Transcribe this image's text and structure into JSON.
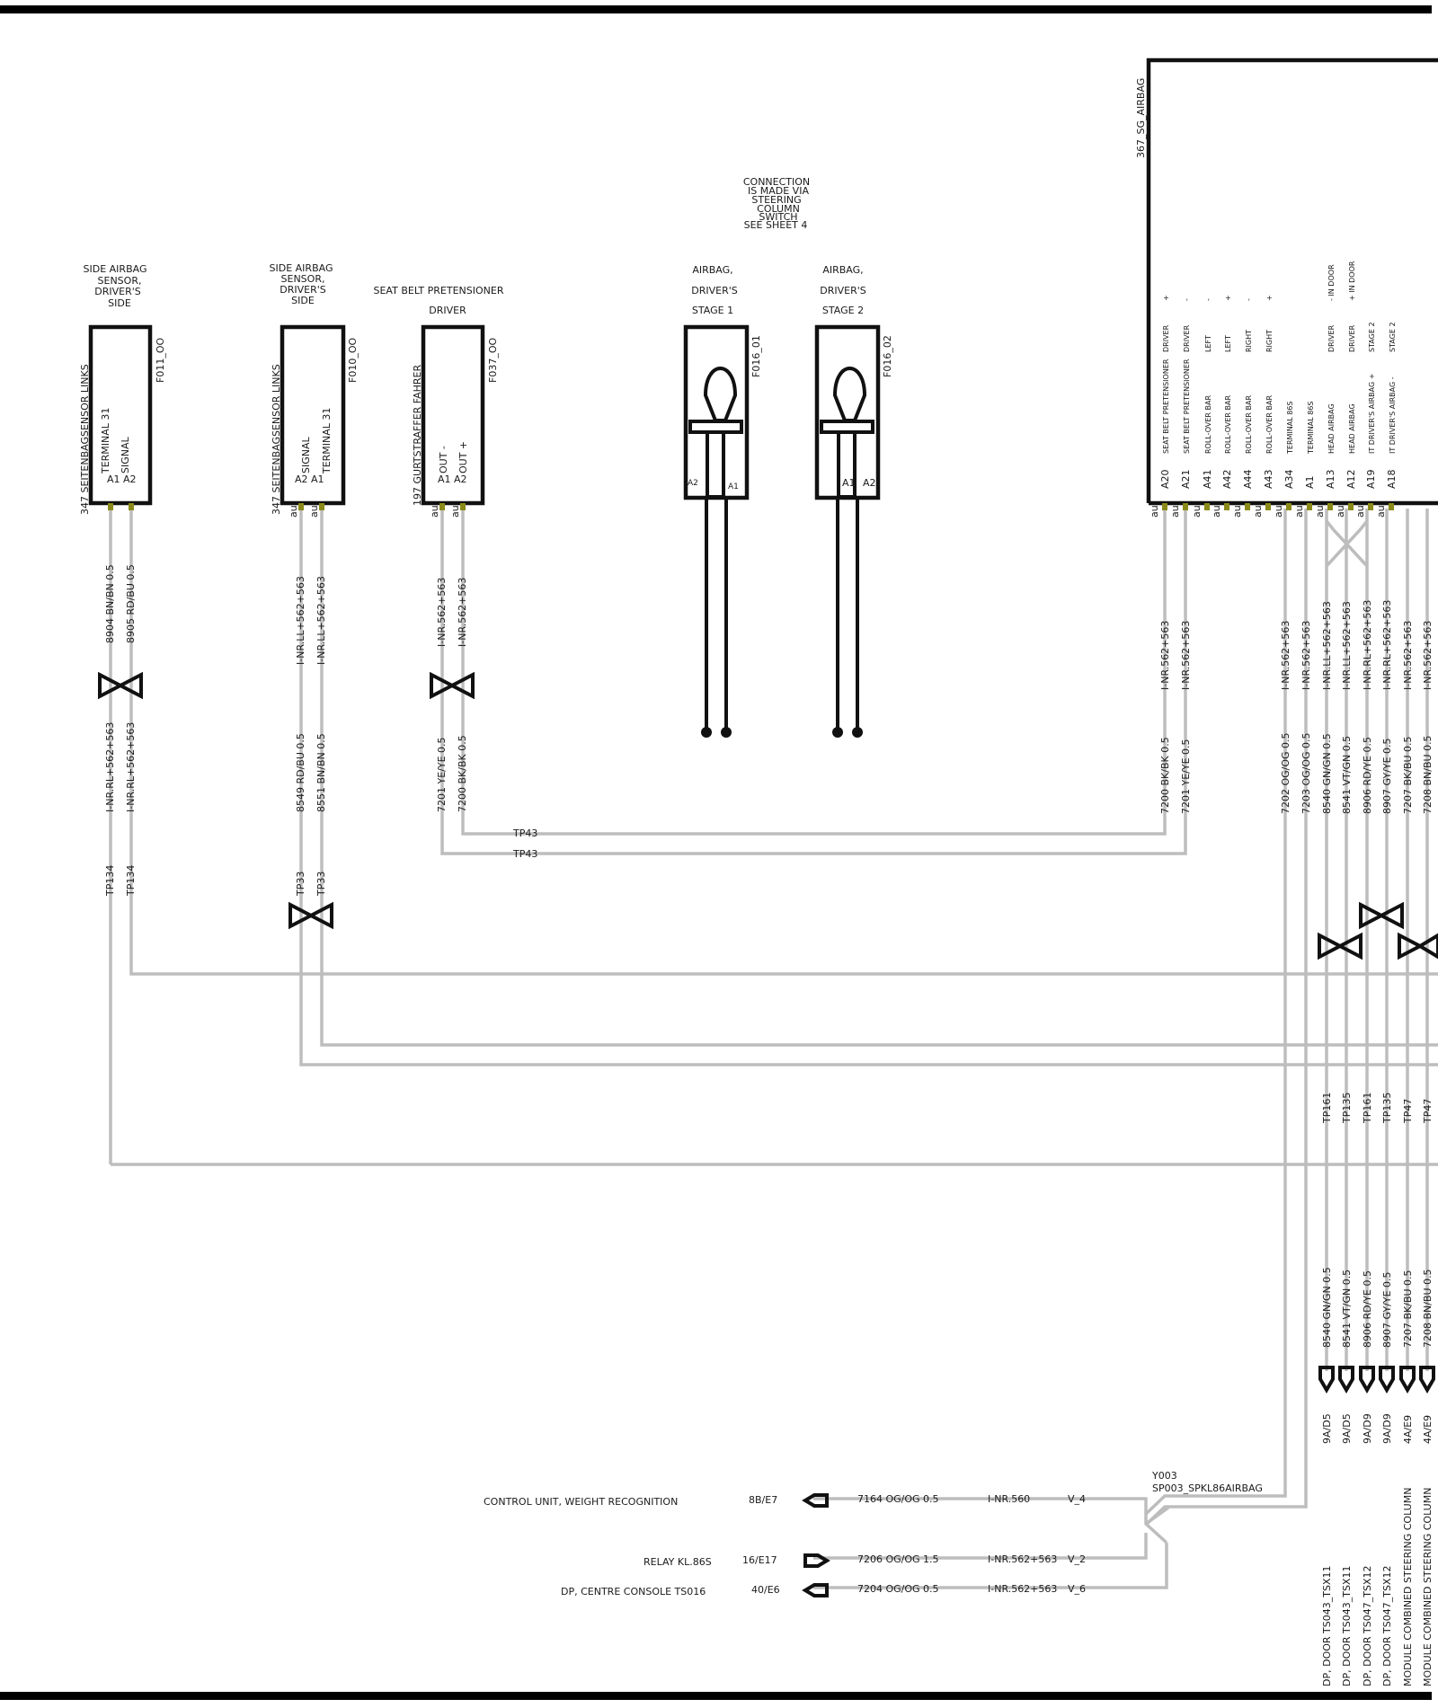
{
  "f011": {
    "caption": [
      "SIDE AIRBAG",
      "SENSOR,",
      "DRIVER'S",
      "SIDE"
    ],
    "id": "F011_OO",
    "component": "347  SEITENBAGSENSOR LINKS",
    "pins": [
      "TERMINAL 31",
      "SIGNAL"
    ],
    "pinIds": "A1  A2",
    "wires": [
      "8904 BN/BN 0.5",
      "8905 RD/BU 0.5"
    ],
    "inr": [
      "I-NR.RL+562+563",
      "I-NR.RL+562+563"
    ],
    "tp": [
      "TP134",
      "TP134"
    ]
  },
  "f010": {
    "caption": [
      "SIDE AIRBAG",
      "SENSOR,",
      "DRIVER'S",
      "SIDE"
    ],
    "id": "F010_OO",
    "component": "347  SEITENBAGSENSOR LINKS",
    "pins": [
      "SIGNAL",
      "TERMINAL 31"
    ],
    "pinIds": "A2  A1",
    "inr": [
      "I-NR.LL+562+563",
      "I-NR.LL+562+563"
    ],
    "wires": [
      "8549 RD/BU 0.5",
      "8551 BN/BN 0.5"
    ],
    "tp": [
      "TP33",
      "TP33"
    ]
  },
  "f037": {
    "caption": [
      "SEAT BELT PRETENSIONER",
      "DRIVER"
    ],
    "id": "F037_OO",
    "component": "197  GURTSTRAFFER FAHRER",
    "pins": [
      "OUT  -",
      "OUT  +"
    ],
    "pinIds": "A1  A2",
    "inr": [
      "I-NR.562+563",
      "I-NR.562+563"
    ],
    "wires": [
      "7201 YE/YE 0.5",
      "7200 BK/BK 0.5"
    ],
    "tp": [
      "TP43",
      "TP43"
    ]
  },
  "note": [
    "CONNECTION",
    "IS MADE VIA",
    "STEERING",
    "COLUMN",
    "SWITCH",
    "SEE SHEET 4"
  ],
  "f016_01": {
    "caption": [
      "AIRBAG,",
      "DRIVER'S",
      "STAGE 1"
    ],
    "id": "F016_01",
    "pinL": "A2",
    "pinR": "A1"
  },
  "f016_02": {
    "caption": [
      "AIRBAG,",
      "DRIVER'S",
      "STAGE 2"
    ],
    "id": "F016_02",
    "pinL": "A1",
    "pinR": "A2"
  },
  "sg": {
    "id": "367_SG_AIRBAG",
    "pins": [
      {
        "pin": "A20",
        "f1": "SEAT BELT PRETENSIONER",
        "f2": "DRIVER",
        "f3": "+"
      },
      {
        "pin": "A21",
        "f1": "SEAT BELT PRETENSIONER",
        "f2": "DRIVER",
        "f3": "-"
      },
      {
        "pin": "A41",
        "f1": "ROLL-OVER BAR",
        "f2": "LEFT",
        "f3": "-"
      },
      {
        "pin": "A42",
        "f1": "ROLL-OVER BAR",
        "f2": "LEFT",
        "f3": "+"
      },
      {
        "pin": "A44",
        "f1": "ROLL-OVER BAR",
        "f2": "RIGHT",
        "f3": "-"
      },
      {
        "pin": "A43",
        "f1": "ROLL-OVER BAR",
        "f2": "RIGHT",
        "f3": "+"
      },
      {
        "pin": "A34",
        "f1": "TERMINAL 86S",
        "f2": "",
        "f3": ""
      },
      {
        "pin": "A1",
        "f1": "TERMINAL 86S",
        "f2": "",
        "f3": ""
      },
      {
        "pin": "A13",
        "f1": "HEAD  AIRBAG",
        "f2": "DRIVER",
        "f3": "-   IN DOOR"
      },
      {
        "pin": "A12",
        "f1": "HEAD  AIRBAG",
        "f2": "DRIVER",
        "f3": "+   IN DOOR"
      },
      {
        "pin": "A19",
        "f1": "IT DRIVER'S  AIRBAG +",
        "f2": "STAGE 2",
        "f3": ""
      },
      {
        "pin": "A18",
        "f1": "IT DRIVER'S  AIRBAG -",
        "f2": "STAGE 2",
        "f3": ""
      }
    ]
  },
  "sgWires": {
    "left": [
      {
        "inr": "I-NR.562+563",
        "wire": "7200 BK/BK 0.5"
      },
      {
        "inr": "I-NR.562+563",
        "wire": "7201 YE/YE 0.5"
      }
    ],
    "right": [
      {
        "inr": "I-NR.562+563",
        "wire": "7202 OG/OG 0.5",
        "tp": "",
        "wire2": "",
        "conn": "",
        "dest": ""
      },
      {
        "inr": "I-NR.562+563",
        "wire": "7203 OG/OG 0.5",
        "tp": "",
        "wire2": "",
        "conn": "",
        "dest": ""
      },
      {
        "inr": "I-NR.LL+562+563",
        "wire": "8540 GN/GN 0.5",
        "tp": "TP161",
        "wire2": "8540 GN/GN 0.5",
        "conn": "9A/D5",
        "dest": "DP, DOOR   TS043_TSX11"
      },
      {
        "inr": "I-NR.LL+562+563",
        "wire": "8541 VT/GN 0.5",
        "tp": "TP135",
        "wire2": "8541 VT/GN 0.5",
        "conn": "9A/D5",
        "dest": "DP, DOOR   TS043_TSX11"
      },
      {
        "inr": "I-NR.RL+562+563",
        "wire": "8906 RD/YE 0.5",
        "tp": "TP161",
        "wire2": "8906 RD/YE 0.5",
        "conn": "9A/D9",
        "dest": "DP, DOOR   TS047_TSX12"
      },
      {
        "inr": "I-NR.RL+562+563",
        "wire": "8907 GY/YE 0.5",
        "tp": "TP135",
        "wire2": "8907 GY/YE 0.5",
        "conn": "9A/D9",
        "dest": "DP, DOOR   TS047_TSX12"
      },
      {
        "inr": "I-NR.562+563",
        "wire": "7207 BK/BU 0.5",
        "tp": "TP47",
        "wire2": "7207 BK/BU 0.5",
        "conn": "4A/E9",
        "dest": "MODULE COMBINED STEERING COLUMN"
      },
      {
        "inr": "I-NR.562+563",
        "wire": "7208 BN/BU 0.5",
        "tp": "TP47",
        "wire2": "7208 BN/BU 0.5",
        "conn": "4A/E9",
        "dest": "MODULE COMBINED STEERING COLUMN"
      }
    ],
    "au": "au"
  },
  "splice": {
    "id": "Y003",
    "name": "SP003_SPKL86AIRBAG"
  },
  "bottomRows": [
    {
      "label": "CONTROL    UNIT,    WEIGHT    RECOGNITION",
      "conn": "8B/E7",
      "wire": "7164 OG/OG 0.5",
      "inr": "I-NR.560",
      "v": "V_4"
    },
    {
      "label": "RELAY KL.86S",
      "conn": "16/E17",
      "wire": "7206 OG/OG 1.5",
      "inr": "I-NR.562+563",
      "v": "V_2"
    },
    {
      "label": "DP, CENTRE CONSOLE      TS016",
      "conn": "40/E6",
      "wire": "7204 OG/OG 0.5",
      "inr": "I-NR.562+563",
      "v": "V_6"
    }
  ]
}
